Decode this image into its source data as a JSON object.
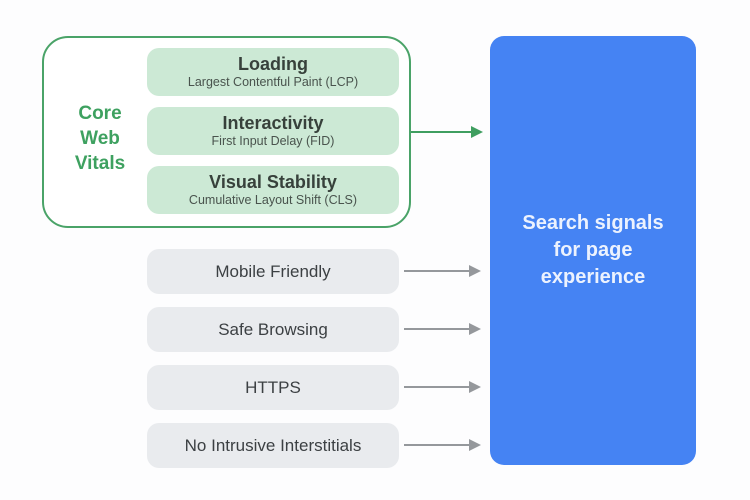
{
  "colors": {
    "background": "#fdfdfe",
    "cwv_border_green": "#4aa368",
    "cwv_label_green": "#3ea160",
    "green_pill_bg": "#cce9d5",
    "green_pill_title_text": "#37413b",
    "green_pill_subtitle_text": "#49534d",
    "gray_pill_bg": "#e9ebee",
    "gray_pill_text": "#3c4043",
    "green_arrow": "#3f9e60",
    "gray_arrow": "#95989c",
    "result_box_blue": "#4583f3",
    "result_box_text": "#ecf2fe"
  },
  "core_web_vitals": {
    "label": "Core Web Vitals",
    "label_lines": [
      "Core",
      "Web",
      "Vitals"
    ],
    "items": [
      {
        "title": "Loading",
        "subtitle": "Largest Contentful Paint (LCP)"
      },
      {
        "title": "Interactivity",
        "subtitle": "First Input Delay (FID)"
      },
      {
        "title": "Visual Stability",
        "subtitle": "Cumulative Layout Shift (CLS)"
      }
    ]
  },
  "other_signals": [
    {
      "label": "Mobile Friendly"
    },
    {
      "label": "Safe Browsing"
    },
    {
      "label": "HTTPS"
    },
    {
      "label": "No Intrusive Interstitials"
    }
  ],
  "result_box": {
    "label": "Search signals for page experience"
  }
}
